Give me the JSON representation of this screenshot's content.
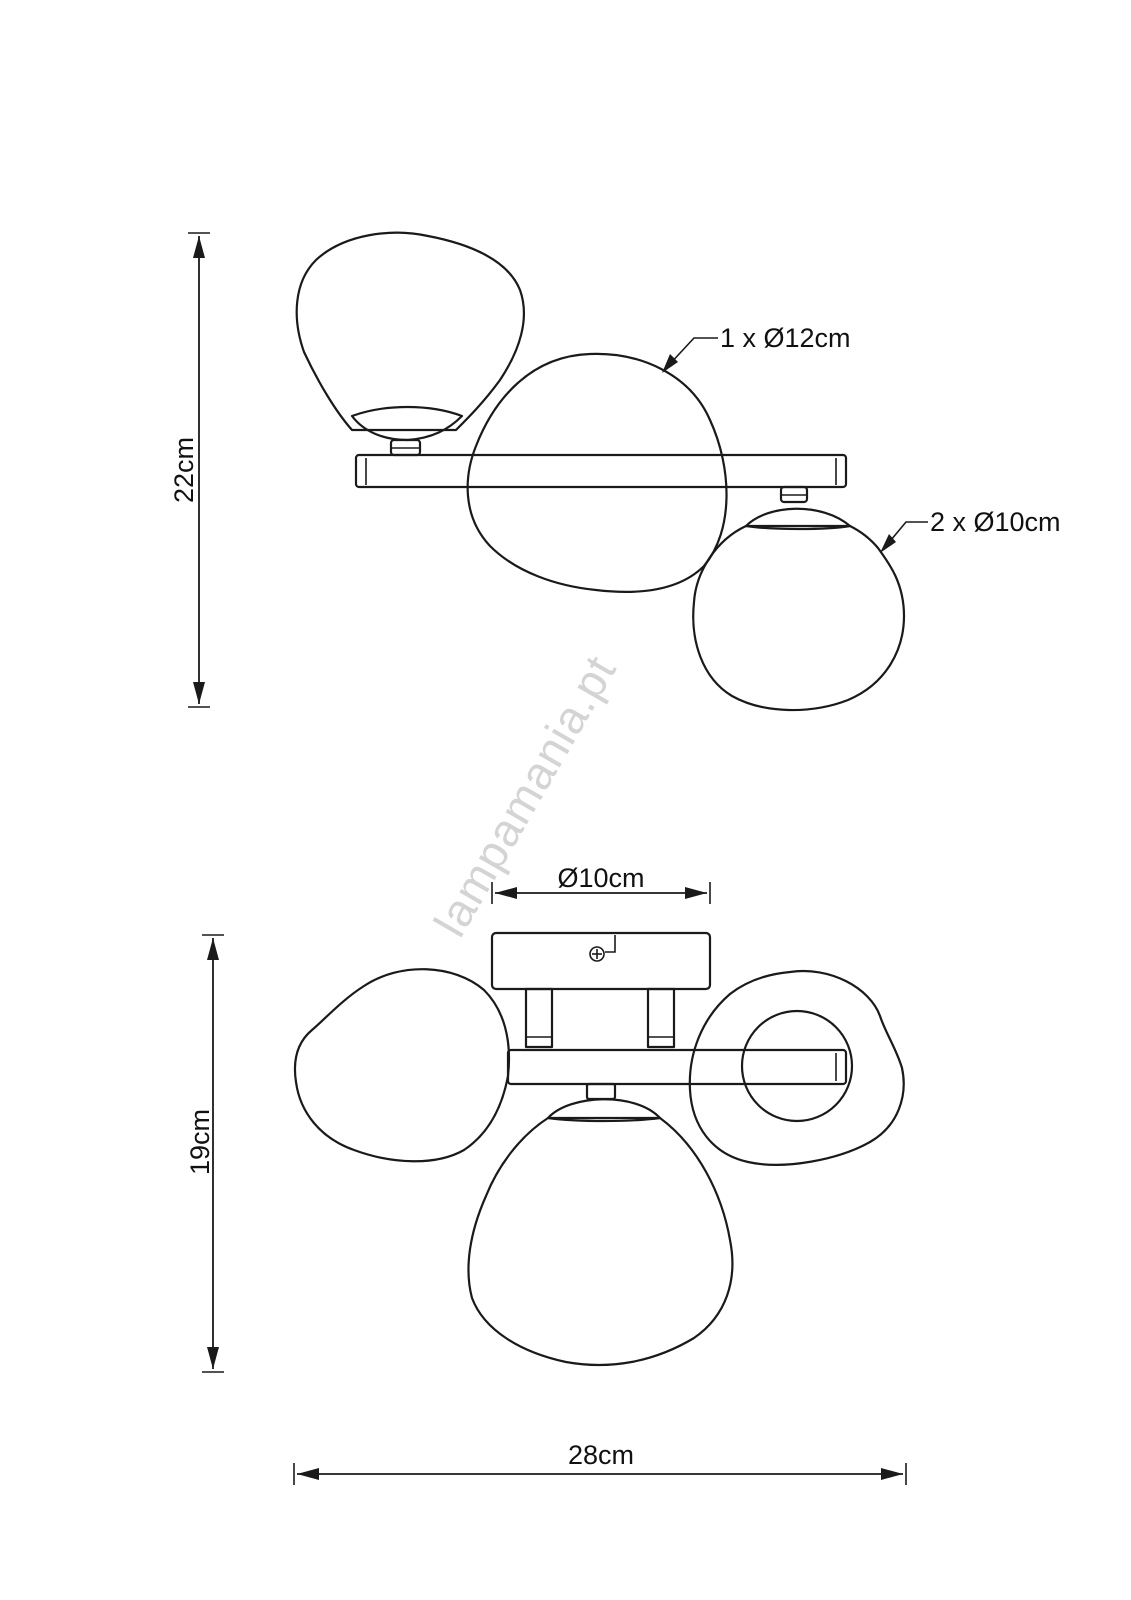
{
  "watermark": "lampamania.pt",
  "side_view": {
    "height_label": "22cm",
    "large_shade_label": "1 x Ø12cm",
    "small_shade_label": "2 x Ø10cm"
  },
  "top_view": {
    "height_label": "19cm",
    "canopy_label": "Ø10cm",
    "width_label": "28cm"
  }
}
